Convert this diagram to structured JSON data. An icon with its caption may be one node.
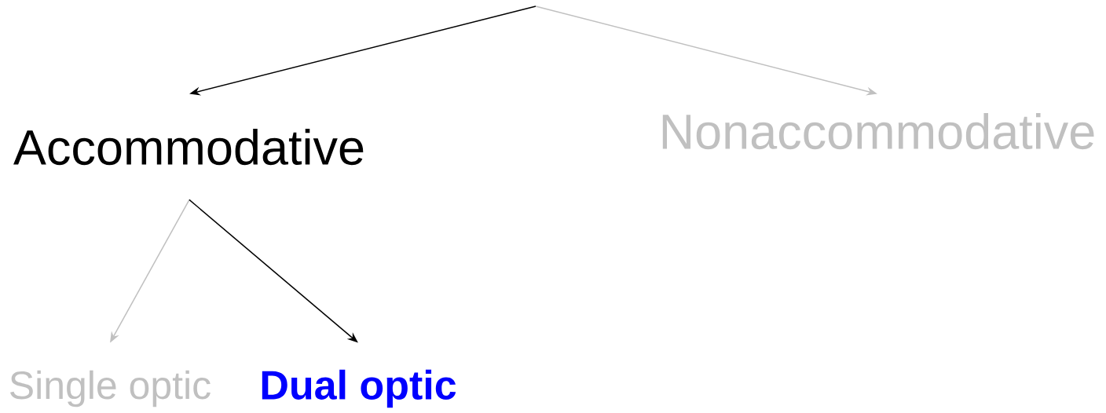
{
  "diagram": {
    "nodes": [
      {
        "text": [
          "Accommodative"
        ]
      },
      {
        "text": [
          "Nonaccommodative"
        ]
      },
      {
        "text": [
          "Single optic"
        ]
      },
      {
        "text": [
          "Dual optic"
        ]
      }
    ],
    "edges": [
      {
        "from": null,
        "to": 0,
        "arrow": "to",
        "color": "#000000"
      },
      {
        "from": null,
        "to": 1,
        "arrow": "to",
        "color": "#c0c0c0"
      },
      {
        "from": 0,
        "to": 2,
        "arrow": "to",
        "color": "#c0c0c0"
      },
      {
        "from": 0,
        "to": 3,
        "arrow": "to",
        "color": "#000000"
      }
    ]
  }
}
